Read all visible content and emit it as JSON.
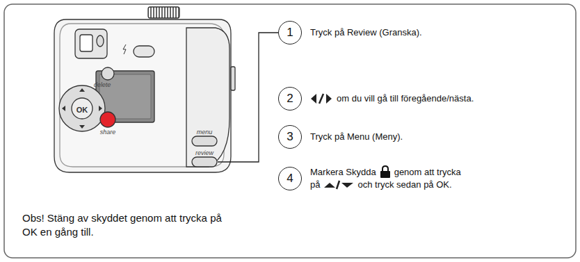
{
  "diagram": {
    "nodes": [
      {
        "text": [
          "1"
        ]
      },
      {
        "text": [
          "2"
        ]
      },
      {
        "text": [
          "3"
        ]
      },
      {
        "text": [
          "4"
        ]
      }
    ],
    "labels": [
      "delete",
      "OK",
      "share",
      "menu",
      "review",
      "Tryck på Review (Granska).",
      "om du vill gå till föregående/nästa.",
      "Tryck på Menu (Meny).",
      "Markera Skydda",
      "genom att trycka",
      "på",
      "och tryck sedan på OK.",
      "Obs! Stäng av skyddet genom att trycka på OK en gång till."
    ]
  }
}
